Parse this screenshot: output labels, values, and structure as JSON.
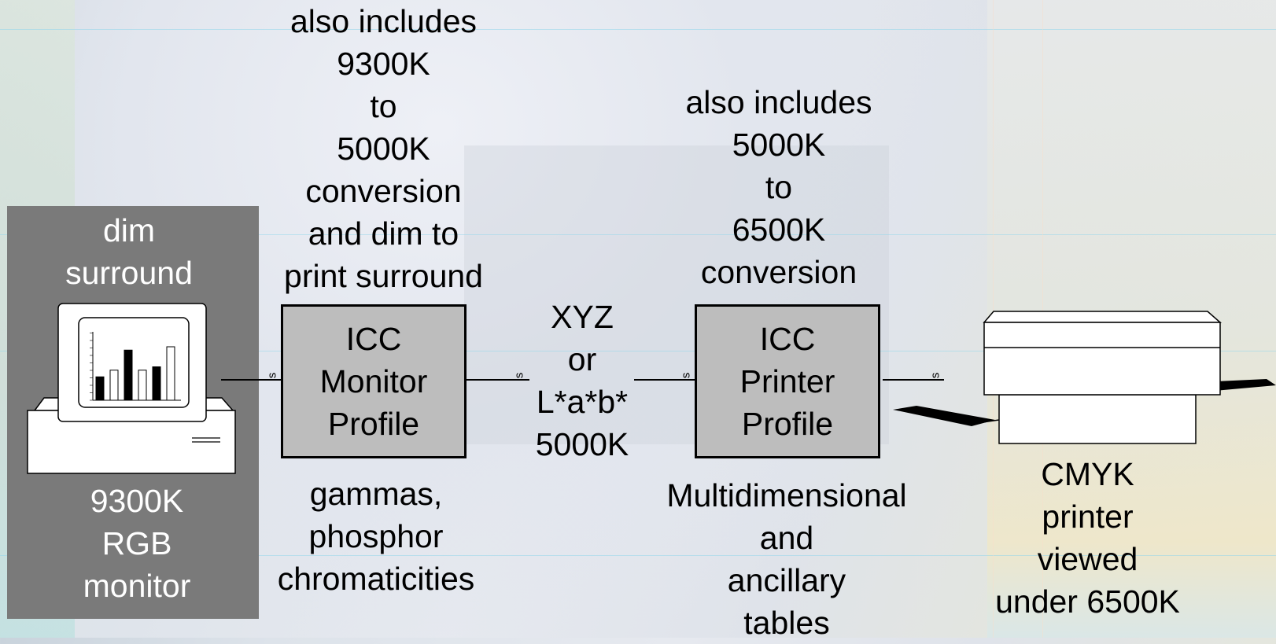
{
  "left_panel": {
    "surround_label": "dim\nsurround",
    "monitor_label": "9300K\nRGB\nmonitor"
  },
  "monitor_profile": {
    "note_above": "also includes\n9300K\nto\n5000K\nconversion\nand dim to\nprint surround",
    "box_label": "ICC\nMonitor\nProfile",
    "note_below": "gammas,\nphosphor\nchromaticities"
  },
  "pcs": {
    "label": "XYZ\nor\nL*a*b*\n5000K"
  },
  "printer_profile": {
    "note_above": "also includes\n5000K\nto\n6500K\nconversion",
    "box_label": "ICC\nPrinter\nProfile",
    "note_below": "Multidimensional\nand\nancillary\ntables"
  },
  "printer": {
    "label": "CMYK\nprinter\nviewed\nunder 6500K"
  },
  "connector_mark": "s",
  "icons": [
    "monitor-icon",
    "printer-icon"
  ],
  "chart_bars": [
    0.35,
    0.45,
    0.75,
    0.45,
    0.5,
    0.8
  ]
}
